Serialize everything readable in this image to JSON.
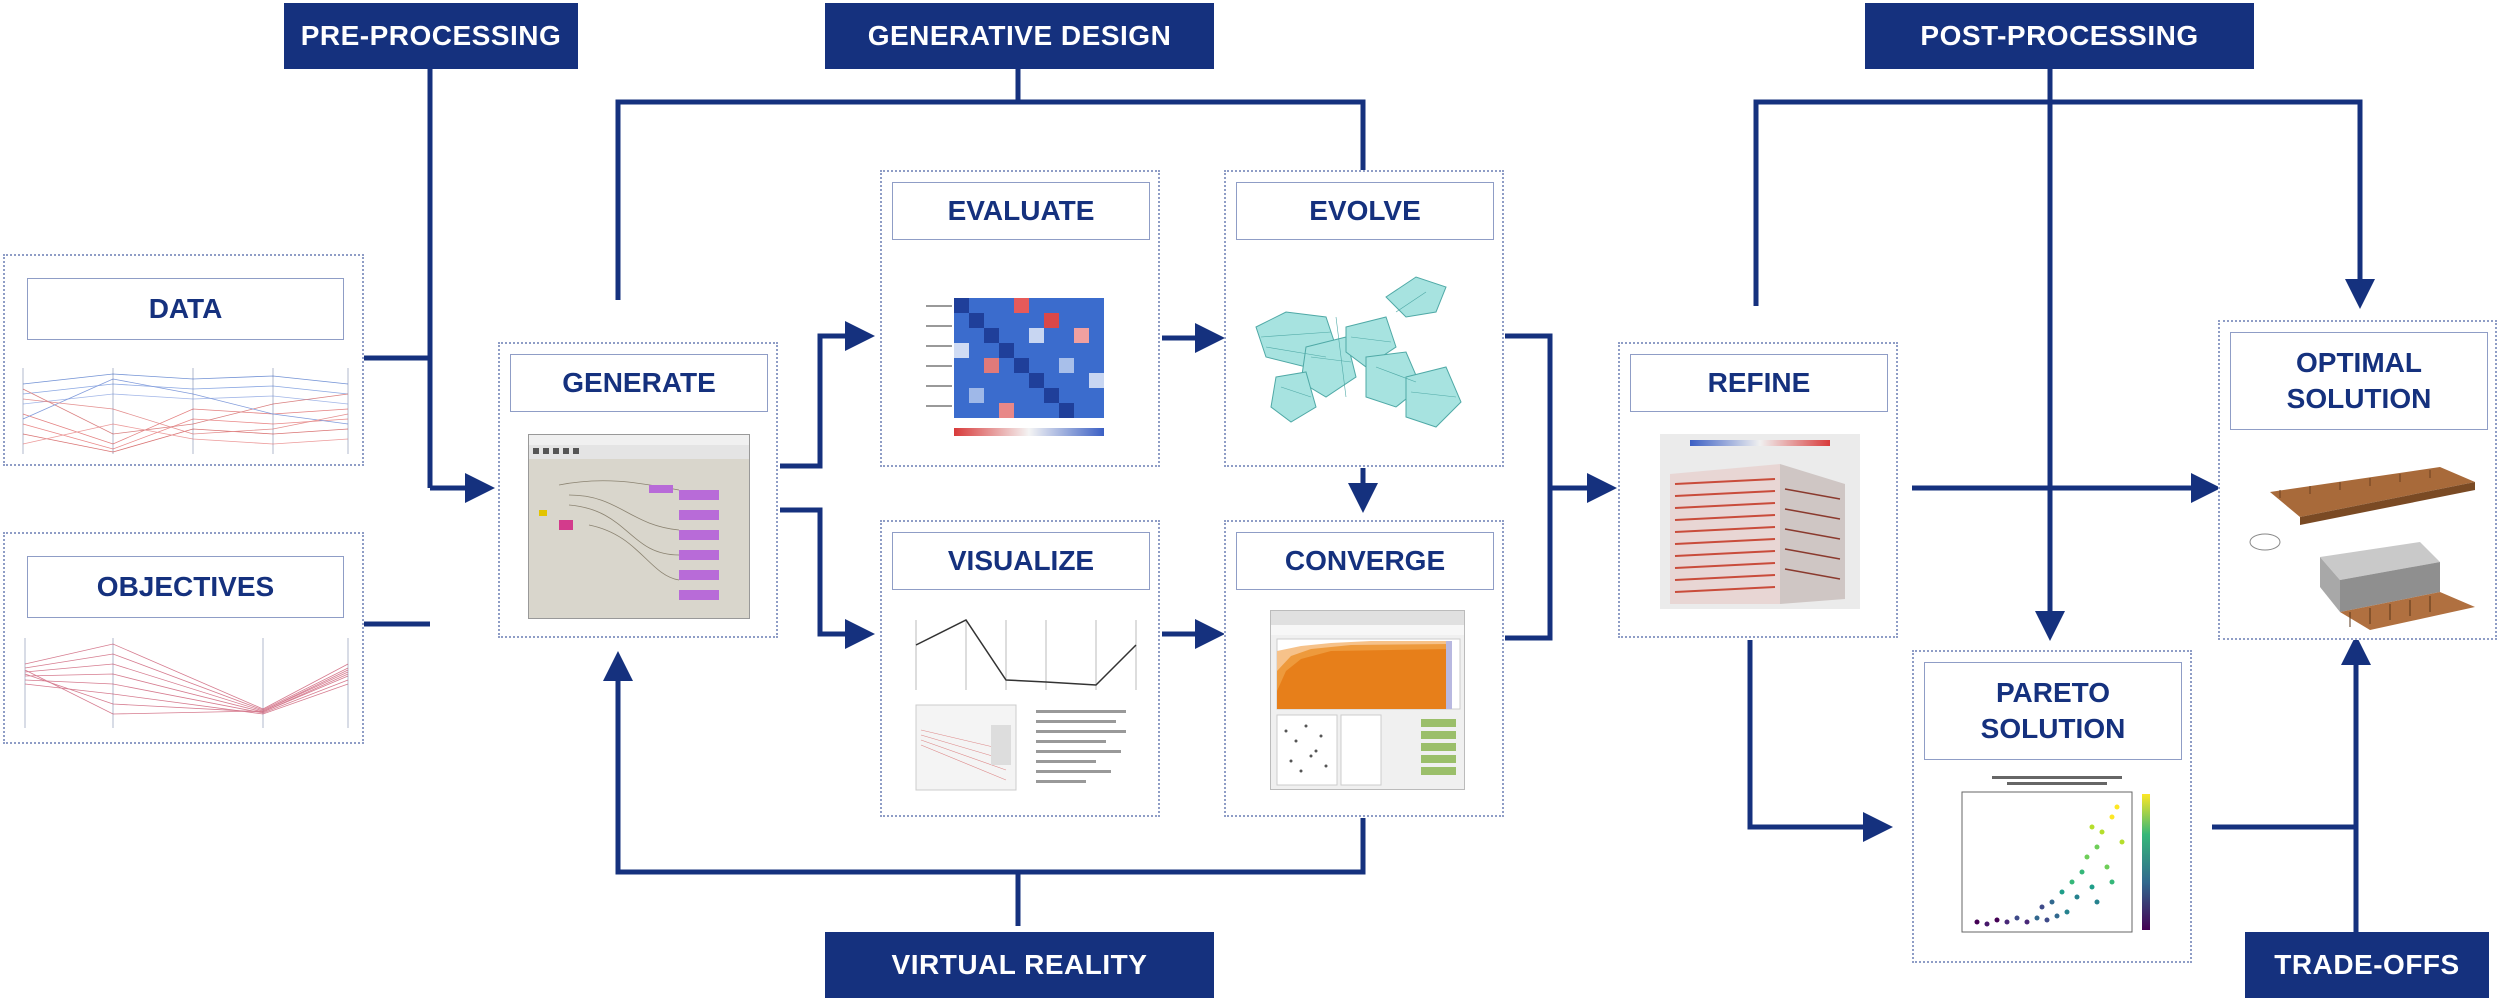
{
  "banners": {
    "pre_processing": "PRE-PROCESSING",
    "generative_design": "GENERATIVE DESIGN",
    "post_processing": "POST-PROCESSING",
    "virtual_reality": "VIRTUAL REALITY",
    "trade_offs": "TRADE-OFFS"
  },
  "panels": {
    "data": "DATA",
    "objectives": "OBJECTIVES",
    "generate": "GENERATE",
    "evaluate": "EVALUATE",
    "evolve": "EVOLVE",
    "visualize": "VISUALIZE",
    "converge": "CONVERGE",
    "refine": "REFINE",
    "pareto_line1": "PARETO",
    "pareto_line2": "SOLUTION",
    "optimal_line1": "OPTIMAL",
    "optimal_line2": "SOLUTION"
  },
  "colors": {
    "accent": "#15317e",
    "panel_border": "#8f9dc6"
  }
}
